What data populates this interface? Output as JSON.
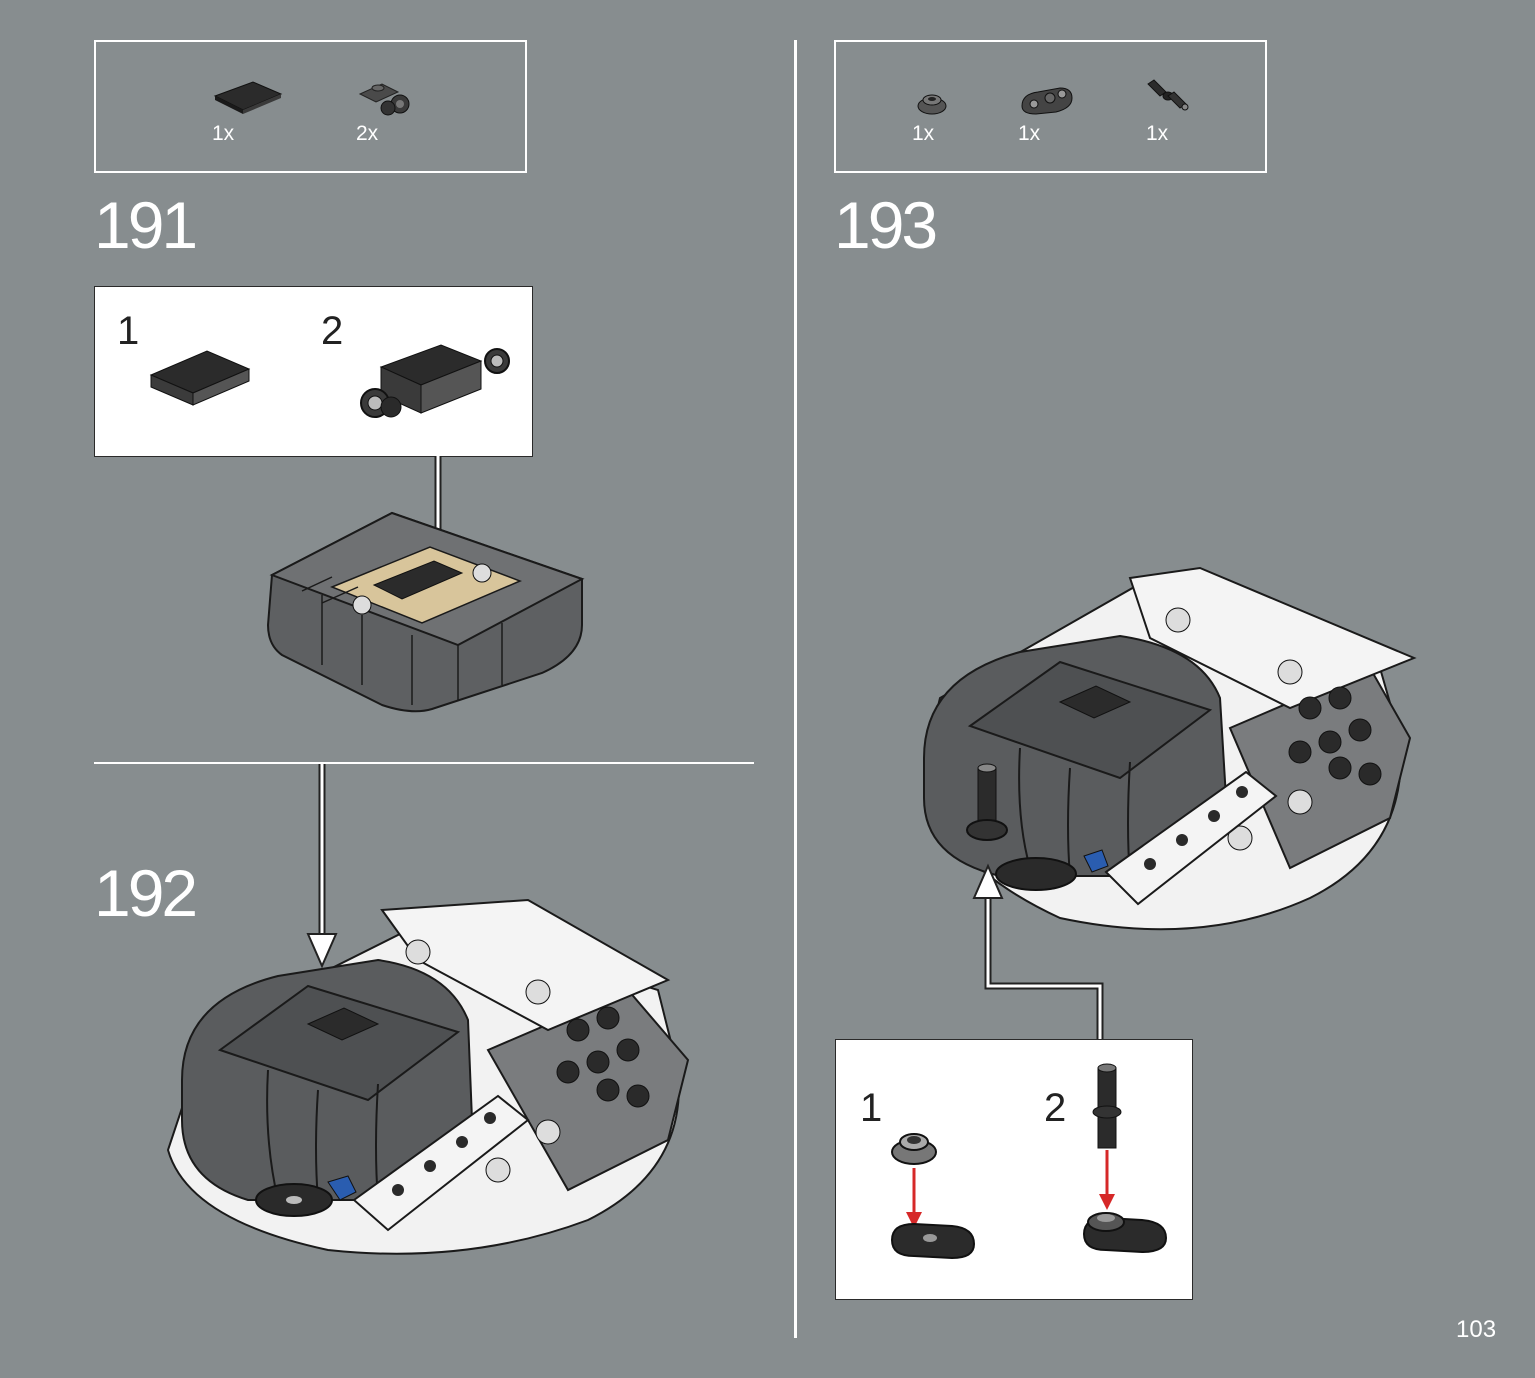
{
  "steps": [
    {
      "number": "191",
      "parts": [
        {
          "qty": "1x",
          "icon": "black-tile-2x4-icon"
        },
        {
          "qty": "2x",
          "icon": "black-plate-with-clips-icon"
        }
      ],
      "sub_steps": [
        {
          "label": "1",
          "icon": "black-tile-icon"
        },
        {
          "label": "2",
          "icon": "tile-on-clip-assembly-icon"
        }
      ]
    },
    {
      "number": "192",
      "parts": [],
      "sub_steps": []
    },
    {
      "number": "193",
      "parts": [
        {
          "qty": "1x",
          "icon": "round-plate-icon"
        },
        {
          "qty": "1x",
          "icon": "plate-with-hole-icon"
        },
        {
          "qty": "1x",
          "icon": "antenna-pin-icon"
        }
      ],
      "sub_steps": [
        {
          "label": "1",
          "icon": "round-plate-onto-plate-icon"
        },
        {
          "label": "2",
          "icon": "pin-onto-plate-icon"
        }
      ]
    }
  ],
  "page_number": "103",
  "colors": {
    "background": "#878d8f",
    "frame": "#ffffff",
    "dark_part": "#5a5c5e",
    "black_part": "#2b2b2b",
    "tan_part": "#d8c59b",
    "blue_part": "#2a5db0",
    "red_arrow": "#d62828"
  }
}
